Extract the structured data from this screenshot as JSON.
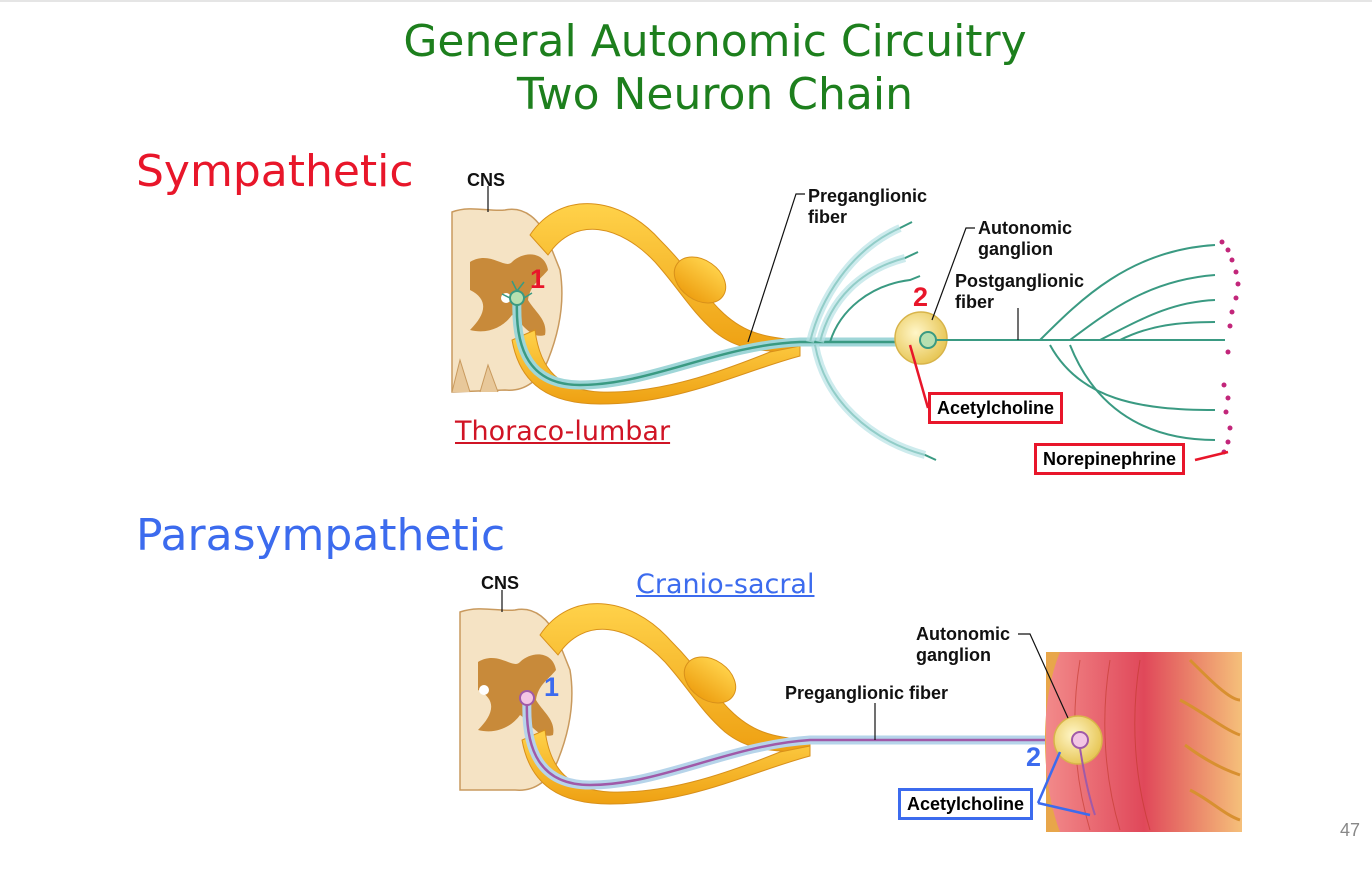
{
  "title": {
    "line1": "General Autonomic Circuitry",
    "line2": "Two Neuron Chain"
  },
  "sympathetic": {
    "heading": "Sympathetic",
    "region": "Thoraco-lumbar",
    "cns": "CNS",
    "pre_label_1": "Preganglionic",
    "pre_label_2": "fiber",
    "ganglion_1": "Autonomic",
    "ganglion_2": "ganglion",
    "post_1": "Postganglionic",
    "post_2": "fiber",
    "neuron1": "1",
    "neuron2": "2",
    "nt1": "Acetylcholine",
    "nt2": "Norepinephrine"
  },
  "parasympathetic": {
    "heading": "Parasympathetic",
    "region": "Cranio-sacral",
    "cns": "CNS",
    "pre_label": "Preganglionic fiber",
    "ganglion_1": "Autonomic",
    "ganglion_2": "ganglion",
    "neuron1": "1",
    "neuron2": "2",
    "nt1": "Acetylcholine"
  },
  "page_number": "47",
  "colors": {
    "title": "#1d7f1d",
    "sympathetic": "#e8162a",
    "parasympathetic": "#3c6bee",
    "nerve": "#f5b21e",
    "fiber": "#3a9a82"
  }
}
